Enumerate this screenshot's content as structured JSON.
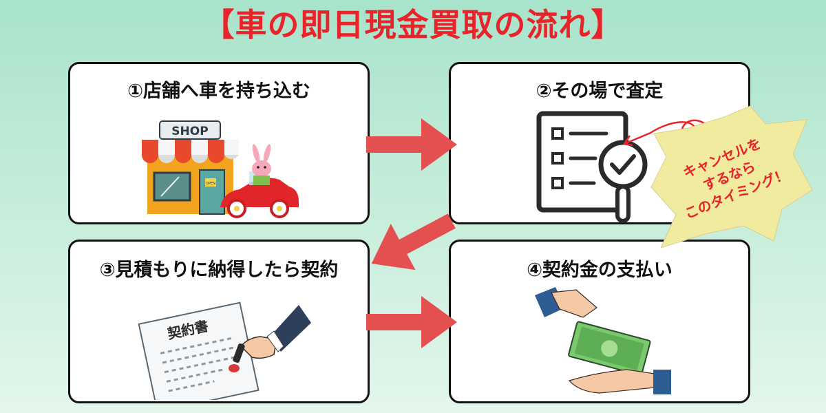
{
  "title": "【車の即日現金買取の流れ】",
  "steps": [
    {
      "label": "①店舗へ車を持ち込む",
      "sign": "SHOP",
      "door_sign": "OPEN"
    },
    {
      "label": "②その場で査定"
    },
    {
      "label": "③見積もりに納得したら契約",
      "document_title": "契約書"
    },
    {
      "label": "④契約金の支払い"
    }
  ],
  "callout": {
    "lines": [
      "キャンセルを",
      "するなら",
      "このタイミング！"
    ]
  },
  "colors": {
    "title": "#e8242a",
    "arrow": "#e45050",
    "callout_bg": "#f1eba0",
    "callout_text": "#e8242a"
  }
}
